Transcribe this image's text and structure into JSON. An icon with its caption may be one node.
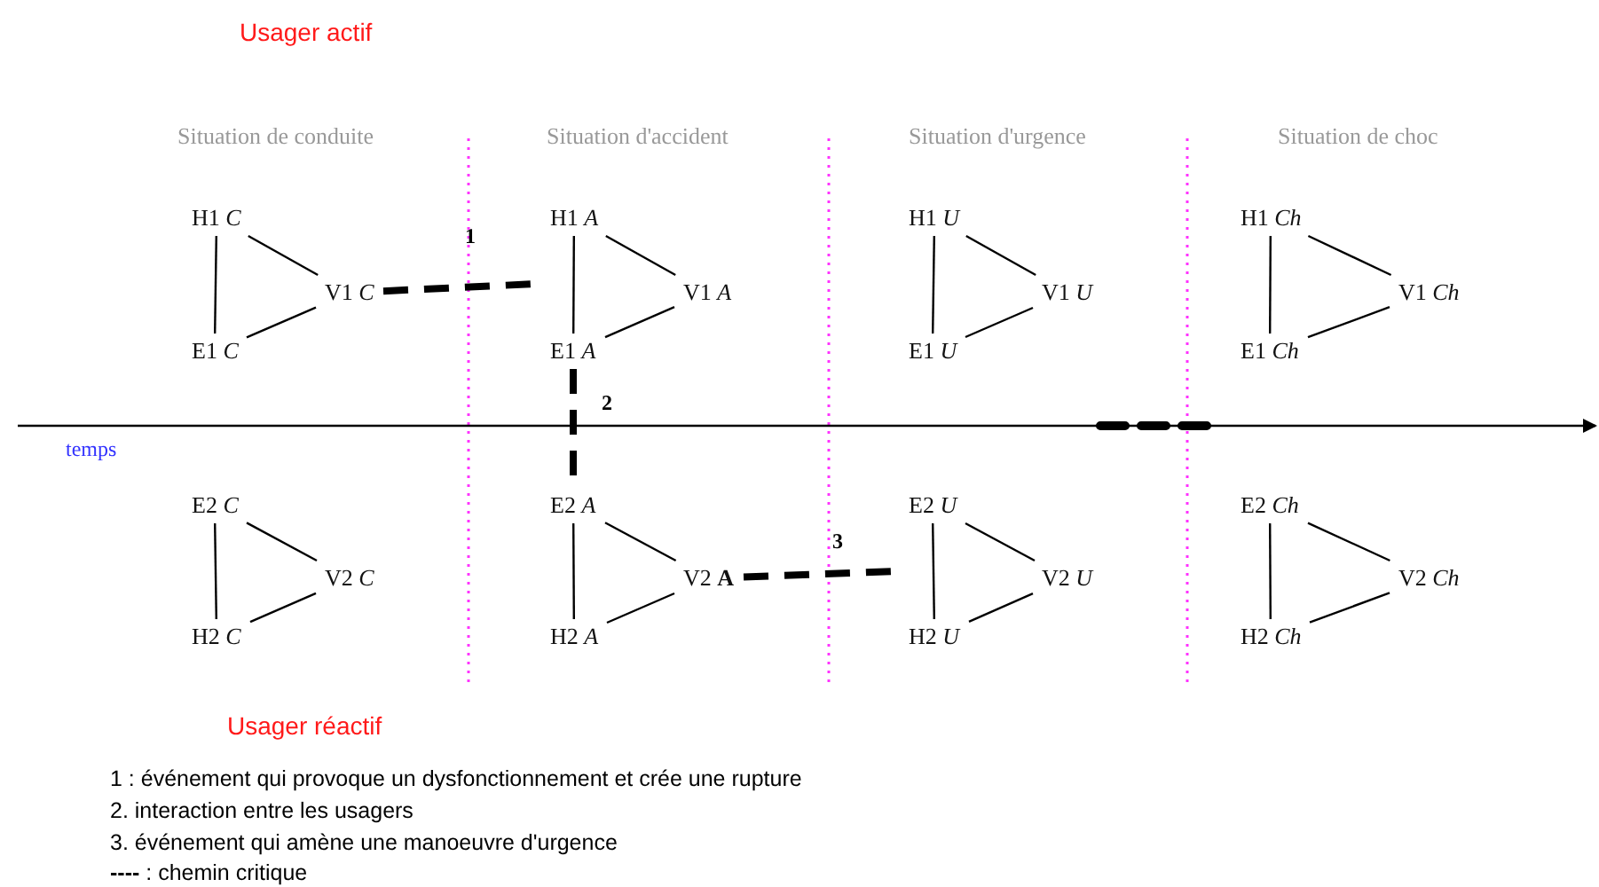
{
  "diagram": {
    "nodes": [
      {
        "text": [
          "H1 *C*"
        ]
      },
      {
        "text": [
          "V1 *C*"
        ]
      },
      {
        "text": [
          "E1 *C*"
        ]
      },
      {
        "text": [
          "H1 *A*"
        ]
      },
      {
        "text": [
          "V1 *A*"
        ]
      },
      {
        "text": [
          "E1 *A*"
        ]
      },
      {
        "text": [
          "H1 *U*"
        ]
      },
      {
        "text": [
          "V1 *U*"
        ]
      },
      {
        "text": [
          "E1 *U*"
        ]
      },
      {
        "text": [
          "H1 *Ch*"
        ]
      },
      {
        "text": [
          "V1 *Ch*"
        ]
      },
      {
        "text": [
          "E1 *Ch*"
        ]
      },
      {
        "text": [
          "E2 *C*"
        ]
      },
      {
        "text": [
          "V2 *C*"
        ]
      },
      {
        "text": [
          "H2 *C*"
        ]
      },
      {
        "text": [
          "E2 *A*"
        ]
      },
      {
        "text": [
          "V2 **A**"
        ]
      },
      {
        "text": [
          "H2 *A*"
        ]
      },
      {
        "text": [
          "E2 *U*"
        ]
      },
      {
        "text": [
          "V2 *U*"
        ]
      },
      {
        "text": [
          "H2 *U*"
        ]
      },
      {
        "text": [
          "E2 *Ch*"
        ]
      },
      {
        "text": [
          "V2 *Ch*"
        ]
      },
      {
        "text": [
          "H2 *Ch*"
        ]
      }
    ],
    "edges": [
      {
        "from": 0,
        "to": 1,
        "arrow": "none"
      },
      {
        "from": 1,
        "to": 2,
        "arrow": "none"
      },
      {
        "from": 0,
        "to": 2,
        "arrow": "none"
      },
      {
        "from": 3,
        "to": 4,
        "arrow": "none"
      },
      {
        "from": 4,
        "to": 5,
        "arrow": "none"
      },
      {
        "from": 3,
        "to": 5,
        "arrow": "none"
      },
      {
        "from": 6,
        "to": 7,
        "arrow": "none"
      },
      {
        "from": 7,
        "to": 8,
        "arrow": "none"
      },
      {
        "from": 6,
        "to": 8,
        "arrow": "none"
      },
      {
        "from": 9,
        "to": 10,
        "arrow": "none"
      },
      {
        "from": 10,
        "to": 11,
        "arrow": "none"
      },
      {
        "from": 9,
        "to": 11,
        "arrow": "none"
      },
      {
        "from": 12,
        "to": 13,
        "arrow": "none"
      },
      {
        "from": 13,
        "to": 14,
        "arrow": "none"
      },
      {
        "from": 12,
        "to": 14,
        "arrow": "none"
      },
      {
        "from": 15,
        "to": 16,
        "arrow": "none"
      },
      {
        "from": 16,
        "to": 17,
        "arrow": "none"
      },
      {
        "from": 15,
        "to": 17,
        "arrow": "none"
      },
      {
        "from": 18,
        "to": 19,
        "arrow": "none"
      },
      {
        "from": 19,
        "to": 20,
        "arrow": "none"
      },
      {
        "from": 18,
        "to": 20,
        "arrow": "none"
      },
      {
        "from": 21,
        "to": 22,
        "arrow": "none"
      },
      {
        "from": 22,
        "to": 23,
        "arrow": "none"
      },
      {
        "from": 21,
        "to": 23,
        "arrow": "none"
      },
      {
        "from": 1,
        "to": null,
        "arrow": "none",
        "label": "1",
        "style": "dashed"
      },
      {
        "from": 5,
        "to": 15,
        "arrow": "none",
        "label": "2",
        "style": "dashed"
      },
      {
        "from": 16,
        "to": null,
        "arrow": "none",
        "label": "3",
        "style": "dashed"
      }
    ],
    "labels": [
      "Usager actif",
      "Situation de conduite",
      "Situation d'accident",
      "Situation d'urgence",
      "Situation de choc",
      "temps",
      "Usager réactif",
      "1 : événement qui provoque un dysfonctionnement et crée une rupture",
      "2. interaction entre les usagers",
      "3. événement qui amène une manoeuvre d'urgence",
      "**----** : chemin critique"
    ]
  }
}
